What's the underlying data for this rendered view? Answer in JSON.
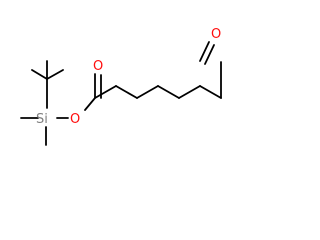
{
  "molecule": {
    "atoms": {
      "aldehyde_oxygen": "O",
      "ester_carbonyl_oxygen": "O",
      "ester_oxygen": "O",
      "silicon": "Si"
    },
    "colors": {
      "bond": "#000000",
      "oxygen": "#ff0d0d",
      "silicon": "#808080",
      "background": "#ffffff"
    }
  }
}
